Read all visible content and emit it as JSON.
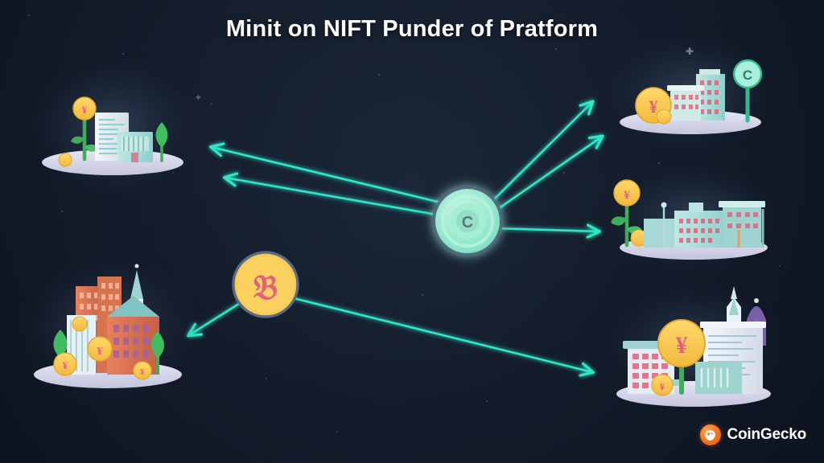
{
  "page": {
    "title": "Minit on NIFT Punder of Pratform",
    "background_color": "#141f2e",
    "accent_color": "#2ee6c8"
  },
  "hub": {
    "name": "central-platform-node",
    "glyph": "C",
    "ring_color": "#8fe9d0",
    "core_color": "#a8f0d8",
    "border_color": "#4a5a70"
  },
  "token": {
    "name": "token-coin-node",
    "glyph": "B",
    "coin_color": "#f9cc55",
    "glyph_color": "#e0627c",
    "border_color": "#4a5a70"
  },
  "scenes": [
    {
      "id": "scene-top-left",
      "label": "Document and office buildings with coin flower",
      "position": "top-left",
      "platform_color": "#d9d9ee"
    },
    {
      "id": "scene-bottom-left",
      "label": "Dense city skyline with brick towers, church spire and coins",
      "position": "bottom-left",
      "platform_color": "#d9d9ee"
    },
    {
      "id": "scene-top-right",
      "label": "Buildings with large coin and teal signpost",
      "position": "top-right",
      "platform_color": "#d9d9ee"
    },
    {
      "id": "scene-middle-right",
      "label": "Wide civic buildings with coin flower",
      "position": "middle-right",
      "platform_color": "#d9d9ee"
    },
    {
      "id": "scene-bottom-right",
      "label": "Buildings with coin flower and onion dome tower",
      "position": "bottom-right",
      "platform_color": "#d9d9ee"
    }
  ],
  "arrows": [
    {
      "id": "arrow-hub-to-top-left",
      "from": "hub",
      "to": "scene-top-left"
    },
    {
      "id": "arrow-hub-to-left-mid",
      "from": "hub",
      "to": "scene-left-mid"
    },
    {
      "id": "arrow-hub-to-top-right",
      "from": "hub",
      "to": "scene-top-right"
    },
    {
      "id": "arrow-hub-to-upper-right",
      "from": "hub",
      "to": "scene-upper-right"
    },
    {
      "id": "arrow-hub-to-middle-right",
      "from": "hub",
      "to": "scene-middle-right"
    },
    {
      "id": "arrow-token-to-bottom-left",
      "from": "token",
      "to": "scene-bottom-left"
    },
    {
      "id": "arrow-token-to-bottom-right",
      "from": "token",
      "to": "scene-bottom-right"
    }
  ],
  "branding": {
    "name": "CoinGecko",
    "mark": "gecko-icon",
    "mark_color": "#f4711f"
  }
}
